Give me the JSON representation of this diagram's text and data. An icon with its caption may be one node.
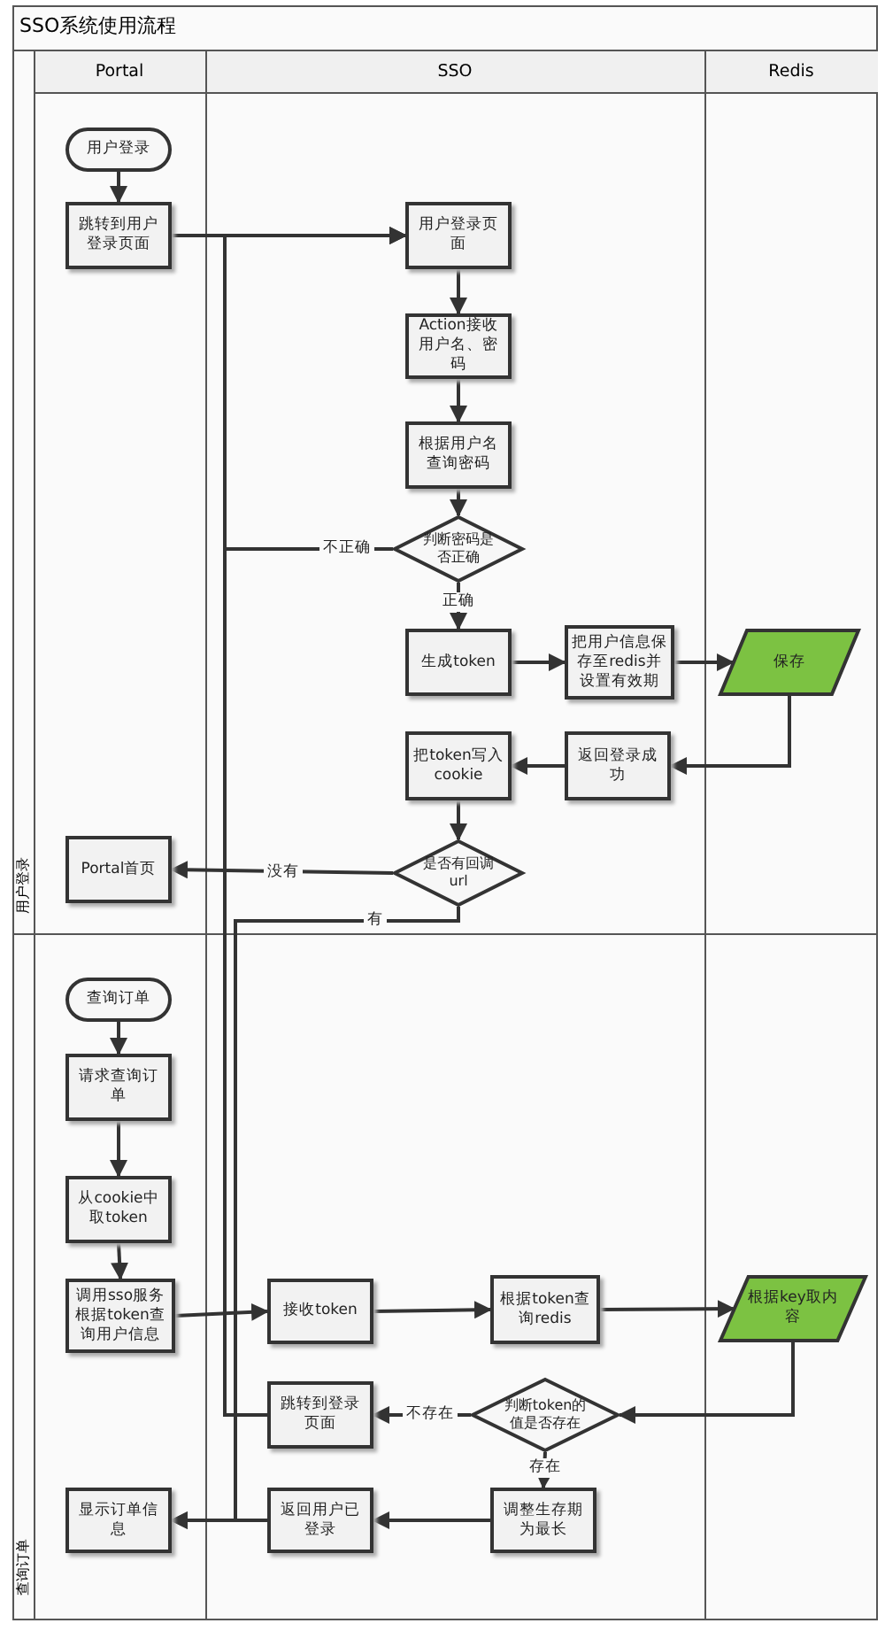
{
  "diagram": {
    "title": "SSO系统使用流程",
    "nodes": [
      {
        "text": [
          "用户登录"
        ]
      },
      {
        "text": [
          "跳转到用户登录页面"
        ]
      },
      {
        "text": [
          "用户登录页面"
        ]
      },
      {
        "text": [
          "Action接收用户名、密码"
        ]
      },
      {
        "text": [
          "根据用户名查询密码"
        ]
      },
      {
        "text": [
          "判断密码是否正确"
        ]
      },
      {
        "text": [
          "生成token"
        ]
      },
      {
        "text": [
          "把用户信息保存至redis并设置有效期"
        ]
      },
      {
        "text": [
          "保存"
        ]
      },
      {
        "text": [
          "返回登录成功"
        ]
      },
      {
        "text": [
          "把token写入cookie"
        ]
      },
      {
        "text": [
          "是否有回调url"
        ]
      },
      {
        "text": [
          "Portal首页"
        ]
      },
      {
        "text": [
          "查询订单"
        ]
      },
      {
        "text": [
          "请求查询订单"
        ]
      },
      {
        "text": [
          "从cookie中取token"
        ]
      },
      {
        "text": [
          "调用sso服务根据token查询用户信息"
        ]
      },
      {
        "text": [
          "接收token"
        ]
      },
      {
        "text": [
          "根据token查询redis"
        ]
      },
      {
        "text": [
          "根据key取内容"
        ]
      },
      {
        "text": [
          "判断token的值是否存在"
        ]
      },
      {
        "text": [
          "跳转到登录页面"
        ]
      },
      {
        "text": [
          "调整生存期为最长"
        ]
      },
      {
        "text": [
          "返回用户已登录"
        ]
      },
      {
        "text": [
          "显示订单信息"
        ]
      }
    ],
    "edges": [
      {
        "from": 0,
        "to": 1,
        "arrow": "to"
      },
      {
        "from": 1,
        "to": 2,
        "arrow": "to"
      },
      {
        "from": 2,
        "to": 3,
        "arrow": "to"
      },
      {
        "from": 3,
        "to": 4,
        "arrow": "to"
      },
      {
        "from": 4,
        "to": 5,
        "arrow": "to"
      },
      {
        "from": 5,
        "to": 2,
        "arrow": "to",
        "label": "不正确"
      },
      {
        "from": 5,
        "to": 6,
        "arrow": "to",
        "label": "正确"
      },
      {
        "from": 6,
        "to": 7,
        "arrow": "to"
      },
      {
        "from": 7,
        "to": 8,
        "arrow": "to"
      },
      {
        "from": 8,
        "to": 9,
        "arrow": "to"
      },
      {
        "from": 9,
        "to": 10,
        "arrow": "to"
      },
      {
        "from": 10,
        "to": 11,
        "arrow": "to"
      },
      {
        "from": 11,
        "to": 12,
        "arrow": "to",
        "label": "没有"
      },
      {
        "from": 11,
        "to": 24,
        "arrow": "to",
        "label": "有"
      },
      {
        "from": 13,
        "to": 14,
        "arrow": "to"
      },
      {
        "from": 14,
        "to": 15,
        "arrow": "to"
      },
      {
        "from": 15,
        "to": 16,
        "arrow": "to"
      },
      {
        "from": 16,
        "to": 17,
        "arrow": "to"
      },
      {
        "from": 17,
        "to": 18,
        "arrow": "to"
      },
      {
        "from": 18,
        "to": 19,
        "arrow": "to"
      },
      {
        "from": 19,
        "to": 20,
        "arrow": "to"
      },
      {
        "from": 20,
        "to": 21,
        "arrow": "to",
        "label": "不存在"
      },
      {
        "from": 21,
        "to": 2,
        "arrow": "to"
      },
      {
        "from": 20,
        "to": 22,
        "arrow": "to",
        "label": "存在"
      },
      {
        "from": 22,
        "to": 23,
        "arrow": "to"
      },
      {
        "from": 23,
        "to": 24,
        "arrow": "to"
      }
    ],
    "labels": [
      "Portal",
      "SSO",
      "Redis",
      "用户登录",
      "查询订单"
    ]
  }
}
